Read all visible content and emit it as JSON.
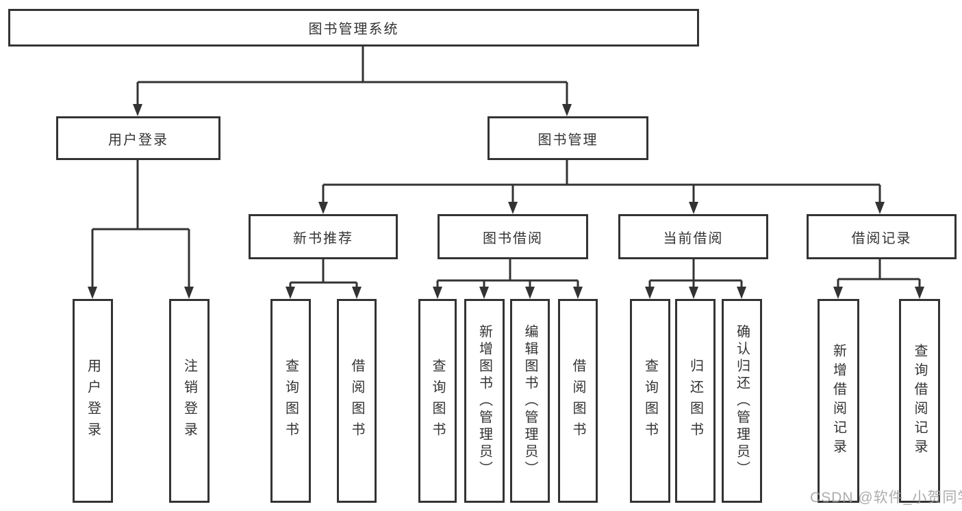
{
  "diagram": {
    "title": "图书管理系统",
    "type": "tree",
    "tree": {
      "label": "图书管理系统",
      "children": [
        {
          "label": "用户登录",
          "children": [
            {
              "label": "用户登录"
            },
            {
              "label": "注销登录"
            }
          ]
        },
        {
          "label": "图书管理",
          "children": [
            {
              "label": "新书推荐",
              "children": [
                {
                  "label": "查询图书"
                },
                {
                  "label": "借阅图书"
                }
              ]
            },
            {
              "label": "图书借阅",
              "children": [
                {
                  "label": "查询图书"
                },
                {
                  "label": "新增图书（管理员）"
                },
                {
                  "label": "编辑图书（管理员）"
                },
                {
                  "label": "借阅图书"
                }
              ]
            },
            {
              "label": "当前借阅",
              "children": [
                {
                  "label": "查询图书"
                },
                {
                  "label": "归还图书"
                },
                {
                  "label": "确认归还（管理员）"
                }
              ]
            },
            {
              "label": "借阅记录",
              "children": [
                {
                  "label": "新增借阅记录"
                },
                {
                  "label": "查询借阅记录"
                }
              ]
            }
          ]
        }
      ]
    },
    "colors": {
      "line": "#333333",
      "text": "#333333",
      "box_fill": "#ffffff",
      "background": "#ffffff",
      "watermark": "#9e9e9e"
    }
  },
  "watermark": {
    "text": "CSDN @软件_小贺同学"
  }
}
